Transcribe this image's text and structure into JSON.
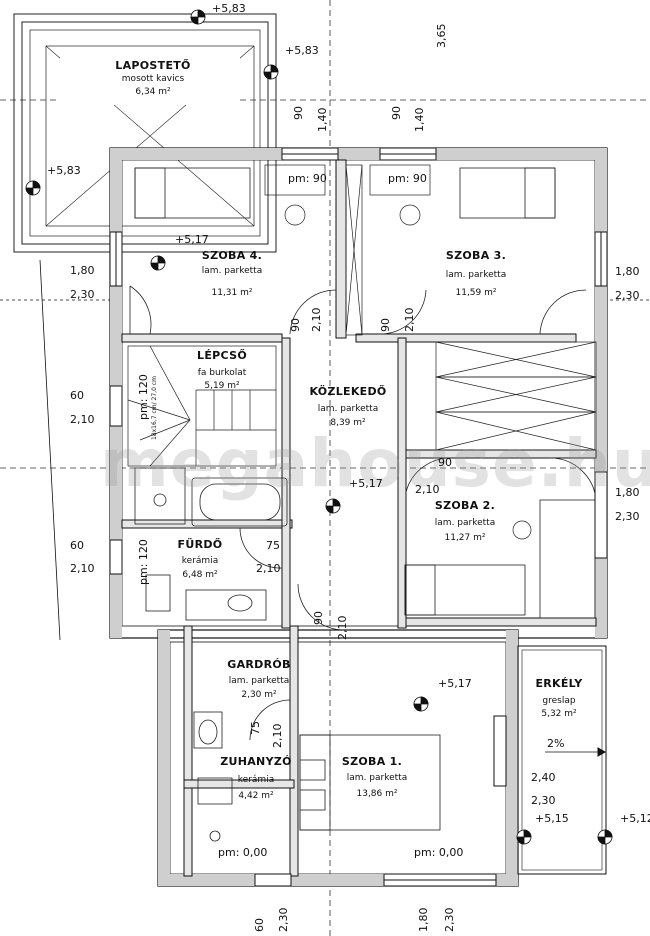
{
  "watermark": "megahouse.hu",
  "rooms": {
    "lapostető": {
      "name": "LAPOSTETŐ",
      "material": "mosott kavics",
      "area": "6,34 m²"
    },
    "szoba4": {
      "name": "SZOBA 4.",
      "material": "lam. parketta",
      "area": "11,31 m²"
    },
    "szoba3": {
      "name": "SZOBA 3.",
      "material": "lam. parketta",
      "area": "11,59 m²"
    },
    "lepcso": {
      "name": "LÉPCSŐ",
      "material": "fa burkolat",
      "area": "5,19 m²"
    },
    "kozleked": {
      "name": "KÖZLEKEDŐ",
      "material": "lam. parketta",
      "area": "8,39 m²"
    },
    "szoba2": {
      "name": "SZOBA 2.",
      "material": "lam. parketta",
      "area": "11,27 m²"
    },
    "furdo": {
      "name": "FÜRDŐ",
      "material": "kerámia",
      "area": "6,48 m²"
    },
    "gardrob": {
      "name": "GARDRÓB",
      "material": "lam. parketta",
      "area": "2,30 m²"
    },
    "zuhanyzo": {
      "name": "ZUHANYZÓ",
      "material": "kerámia",
      "area": "4,42 m²"
    },
    "szoba1": {
      "name": "SZOBA 1.",
      "material": "lam. parketta",
      "area": "13,86 m²"
    },
    "erkely": {
      "name": "ERKÉLY",
      "material": "greslap",
      "area": "5,32 m²"
    }
  },
  "levels": {
    "l1": "+5,83",
    "l2": "+5,83",
    "l3": "+5,83",
    "l4": "+5,17",
    "l5": "+5,17",
    "l6": "+5,17",
    "l7": "+5,15",
    "l8": "+5,12"
  },
  "sills": {
    "s1": "pm: 90",
    "s2": "pm: 90",
    "s3": "pm: 0,00",
    "s4": "pm: 0,00",
    "s5": "pm: 120",
    "s6": "pm: 120"
  },
  "dims": {
    "d365": "3,65",
    "w90a": "90",
    "w140a": "1,40",
    "w90b": "90",
    "w140b": "1,40",
    "r180a": "1,80",
    "r230a": "2,30",
    "r180b": "1,80",
    "r230b": "2,30",
    "l180": "1,80",
    "l230": "2,30",
    "l60a": "60",
    "l210a": "2,10",
    "l60b": "60",
    "l210b": "2,10",
    "dv90a": "90",
    "dv210a": "2,10",
    "dv90b": "90",
    "dv210b": "2,10",
    "dh90": "90",
    "dh210": "2,10",
    "d75": "75",
    "d210f": "2,10",
    "dv90c": "90",
    "dv210c": "2,10",
    "dv75": "75",
    "dv210d": "2,10",
    "e240": "2,40",
    "e230": "2,30",
    "b60": "60",
    "b230": "2,30",
    "b180": "1,80",
    "b230b": "2,30"
  },
  "stairs_note": "18x16,7 cm/ 27,0 cm",
  "slope": "2%"
}
